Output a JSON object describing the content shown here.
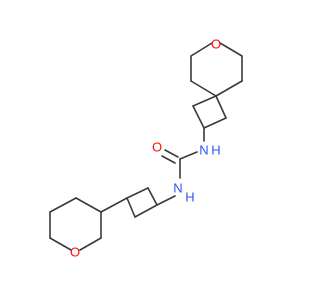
{
  "molecule": {
    "atoms": {
      "o_top": "O",
      "o_carbonyl": "O",
      "n_upper": "N",
      "h_upper": "H",
      "n_lower": "N",
      "h_lower": "H",
      "o_bottom": "O"
    },
    "colors": {
      "oxygen": "#ff0d0d",
      "nitrogen": "#3050f8",
      "bond": "#3a3a3a"
    }
  }
}
